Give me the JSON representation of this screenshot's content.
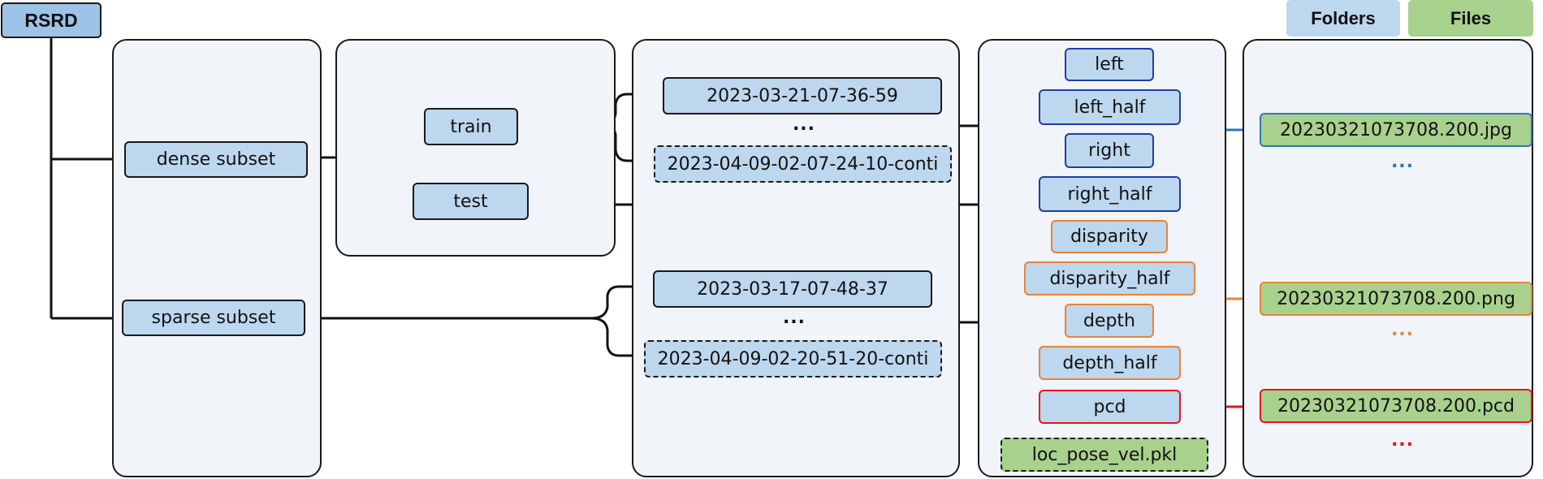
{
  "root": "RSRD",
  "legend": {
    "folders": "Folders",
    "files": "Files"
  },
  "subsets": {
    "dense": "dense subset",
    "sparse": "sparse subset"
  },
  "splits": {
    "train": "train",
    "test": "test"
  },
  "dense_sequences": {
    "first": "2023-03-21-07-36-59",
    "ellipsis": "...",
    "last": "2023-04-09-02-07-24-10-conti"
  },
  "sparse_sequences": {
    "first": "2023-03-17-07-48-37",
    "ellipsis": "...",
    "last": "2023-04-09-02-20-51-20-conti"
  },
  "sensor_folders": {
    "left": "left",
    "left_half": "left_half",
    "right": "right",
    "right_half": "right_half",
    "disparity": "disparity",
    "disparity_half": "disparity_half",
    "depth": "depth",
    "depth_half": "depth_half",
    "pcd": "pcd"
  },
  "pose_file": "loc_pose_vel.pkl",
  "files": {
    "jpg": "20230321073708.200.jpg",
    "png": "20230321073708.200.png",
    "pcd": "20230321073708.200.pcd",
    "ellipsis": "..."
  },
  "colors": {
    "folder_fill": "#bdd7ee",
    "file_fill": "#a9d18e",
    "root_fill": "#9dc3e6",
    "panel_fill": "#f1f4f9",
    "image_group": "#2e75b6",
    "depth_group": "#e8833a",
    "pcd_group": "#e8141c"
  }
}
